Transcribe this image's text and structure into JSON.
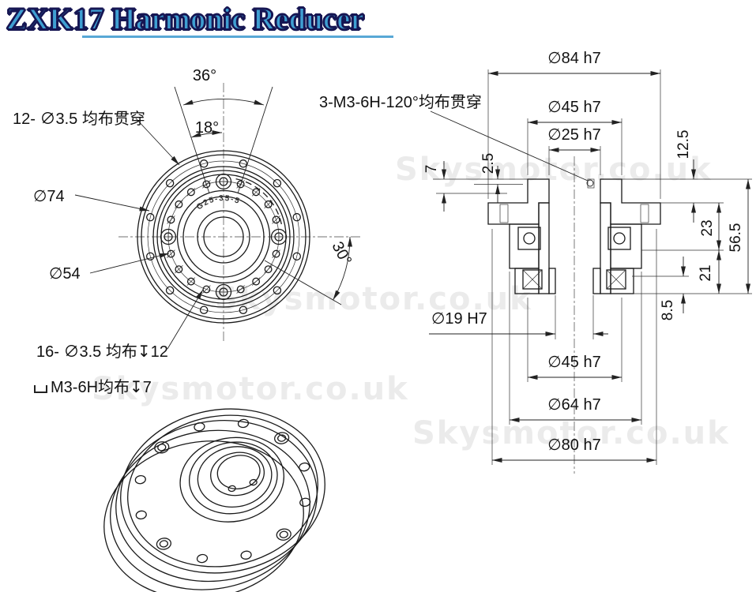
{
  "title": {
    "text": "ZXK17 Harmonic Reducer",
    "fill_color": "#3f9fd2",
    "outline_color": "#161653"
  },
  "watermark": {
    "text": "Skysmotor.co.uk"
  },
  "front_view": {
    "callouts": {
      "holes12": "12- ∅3.5 均布贯穿",
      "d74": "∅74",
      "d54": "∅54",
      "holes16": "16- ∅3.5 均布↧12",
      "m3": "M3-6H均布↧7"
    },
    "angles": {
      "a36": "36°",
      "a18": "18°",
      "a30": "30°"
    },
    "ring_marking": "G25-35-5"
  },
  "section_view": {
    "callouts": {
      "m3_leader": "3-M3-6H-120°均布贯穿"
    },
    "dims": {
      "d84": "∅84 h7",
      "d45_top": "∅45 h7",
      "d25": "∅25 h7",
      "dim7": "7",
      "dim2_5": "2.5",
      "dim12_5": "12.5",
      "dim23": "23",
      "dim56_5": "56.5",
      "dim21": "21",
      "dim8_5": "8.5",
      "d19": "∅19 H7",
      "d45_bottom": "∅45 h7",
      "d64": "∅64 h7",
      "d80": "∅80 h7"
    }
  }
}
